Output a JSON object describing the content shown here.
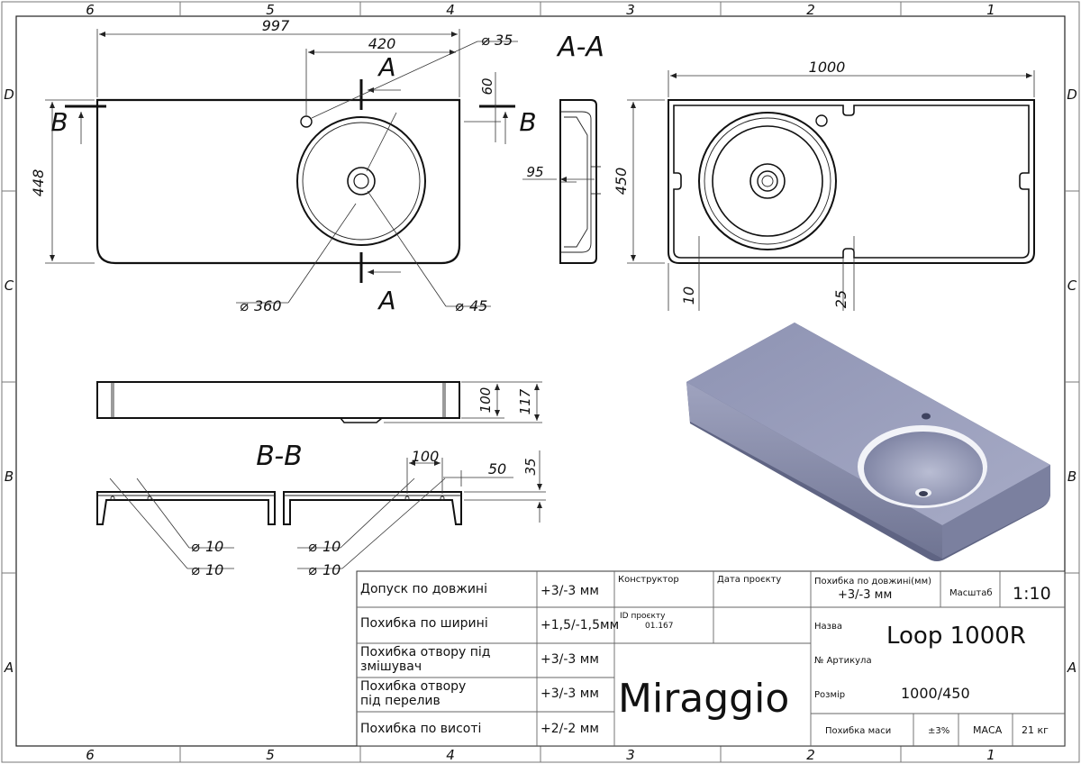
{
  "frame": {
    "columns": [
      "6",
      "5",
      "4",
      "3",
      "2",
      "1"
    ],
    "rows": [
      "D",
      "C",
      "B",
      "A"
    ]
  },
  "views": {
    "top": {
      "dim_length": "997",
      "dim_bowl_offset": "420",
      "dim_tap_hole": "35",
      "dim_tap_offset": "60",
      "dim_width": "448",
      "dim_bowl_diameter": "360",
      "dim_drain": "45",
      "section_a": "A",
      "section_b": "B"
    },
    "section_aa": {
      "title": "A-A",
      "dim_depth": "95"
    },
    "bottom": {
      "dim_length": "1000",
      "dim_width": "450",
      "dim_rim": "10",
      "dim_slot": "25"
    },
    "side": {
      "dim_height_100": "100",
      "dim_height_117": "117"
    },
    "section_bb": {
      "title": "B-B",
      "dim_100": "100",
      "dim_50": "50",
      "dim_35": "35",
      "holes": [
        "10",
        "10",
        "10",
        "10"
      ]
    }
  },
  "title_block": {
    "tolerances": [
      {
        "label": "Допуск по довжині",
        "value": "+3/-3 мм"
      },
      {
        "label": "Похибка по ширині",
        "value": "+1,5/-1,5мм"
      },
      {
        "label": "Похибка отвору під змішувач",
        "value": "+3/-3 мм"
      },
      {
        "label": "Похибка отвору під перелив",
        "value": "+3/-3 мм"
      },
      {
        "label": "Похибка по висоті",
        "value": "+2/-2 мм"
      }
    ],
    "designer_label": "Конструктор",
    "date_label": "Дата проєкту",
    "project_id_label": "ID проєкту",
    "project_id": "01.167",
    "brand": "Miraggio",
    "length_tol_label": "Похибка по довжині(мм)",
    "length_tol_value": "+3/-3 мм",
    "scale_label": "Масштаб",
    "scale_value": "1:10",
    "name_label": "Назва",
    "name_value": "Loop 1000R",
    "article_label": "№ Артикула",
    "size_label": "Розмір",
    "size_value": "1000/450",
    "mass_tol_label": "Похибка маси",
    "mass_tol_value": "±3%",
    "mass_label": "МАСА",
    "mass_value": "21 кг"
  }
}
